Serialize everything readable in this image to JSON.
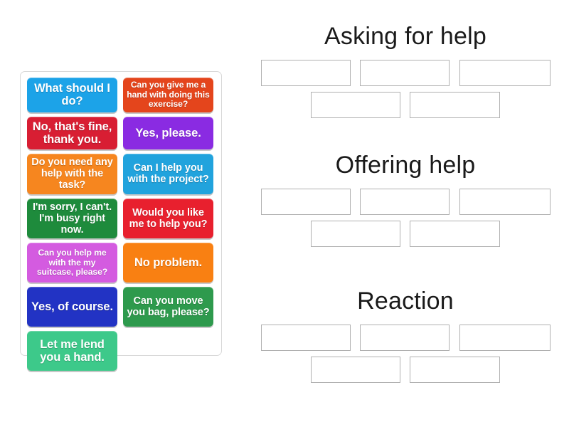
{
  "activity": {
    "type": "group-sort",
    "tray_label": "answer-tiles"
  },
  "tiles": [
    {
      "text": "What should I do?",
      "color": "#1CA3E8"
    },
    {
      "text": "Can you give me a hand with doing this exercise?",
      "color": "#E4451C"
    },
    {
      "text": "No, that's fine, thank you.",
      "color": "#D81E33"
    },
    {
      "text": "Yes, please.",
      "color": "#8A2BE2"
    },
    {
      "text": "Do you need any help with the task?",
      "color": "#F6861F"
    },
    {
      "text": "Can I help you with the project?",
      "color": "#21A3DD"
    },
    {
      "text": "I'm sorry, I can't. I'm busy right now.",
      "color": "#1E8B3C"
    },
    {
      "text": "Would you like me to help you?",
      "color": "#E8202E"
    },
    {
      "text": "Can you help me with the my suitcase, please?",
      "color": "#D45BE0"
    },
    {
      "text": "No problem.",
      "color": "#F98012"
    },
    {
      "text": "Yes, of course.",
      "color": "#2233C4"
    },
    {
      "text": "Can you move you bag, please?",
      "color": "#2E9A4D"
    },
    {
      "text": "Let me lend you a hand.",
      "color": "#3DC98A"
    }
  ],
  "groups": [
    {
      "title": "Asking for help",
      "zones": [
        "",
        "",
        "",
        "",
        ""
      ]
    },
    {
      "title": "Offering help",
      "zones": [
        "",
        "",
        "",
        "",
        ""
      ]
    },
    {
      "title": "Reaction",
      "zones": [
        "",
        "",
        "",
        "",
        ""
      ]
    }
  ],
  "colors": {
    "page_background": "#FFFFFF",
    "tray_border": "#D8D8D8",
    "zone_border": "#B0B0B0",
    "heading_text": "#1A1A1A",
    "tile_text": "#FFFFFF"
  }
}
